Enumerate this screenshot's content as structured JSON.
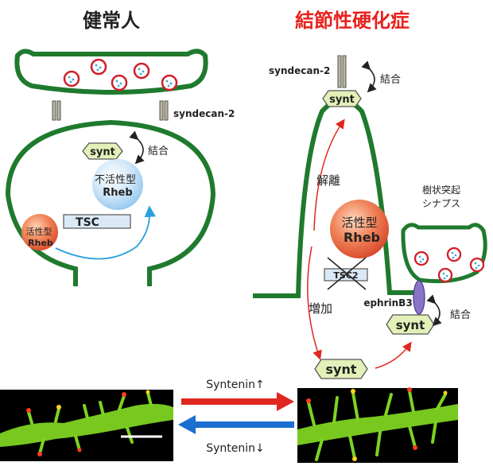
{
  "titles": {
    "healthy": "健常人",
    "tsc": "結節性硬化症"
  },
  "healthy_panel": {
    "syndecan_label": "syndecan-2",
    "synt_label": "synt",
    "binding_label": "結合",
    "inactive_label_line1": "不活性型",
    "inactive_label_line2": "Rheb",
    "active_label_line1": "活性型",
    "active_label_line2": "Rheb",
    "tsc_label": "TSC"
  },
  "tsc_panel": {
    "syndecan_label": "syndecan-2",
    "binding_label_top": "結合",
    "synt_top_label": "synt",
    "dissociation_label": "解離",
    "active_label_line1": "活性型",
    "active_label_line2": "Rheb",
    "tsc2_label": "TSC2",
    "increase_label": "増加",
    "synt_bottom_label": "synt",
    "ephrin_label": "ephrinB3",
    "synt_ephrin_label": "synt",
    "binding_label_ephrin": "結合",
    "dendritic_line1": "樹状突起",
    "dendritic_line2": "シナプス"
  },
  "bottom": {
    "syntenin_up": "Syntenin↑",
    "syntenin_down": "Syntenin↓"
  },
  "colors": {
    "membrane_green": "#1f7a2e",
    "title_red": "#e8211d",
    "arrow_red": "#e0271f",
    "arrow_blue": "#1a6fd0",
    "synt_fill": "#e3f0b8",
    "tsc_fill": "#dbe9f6",
    "ephrin_purple": "#8b74c8"
  }
}
